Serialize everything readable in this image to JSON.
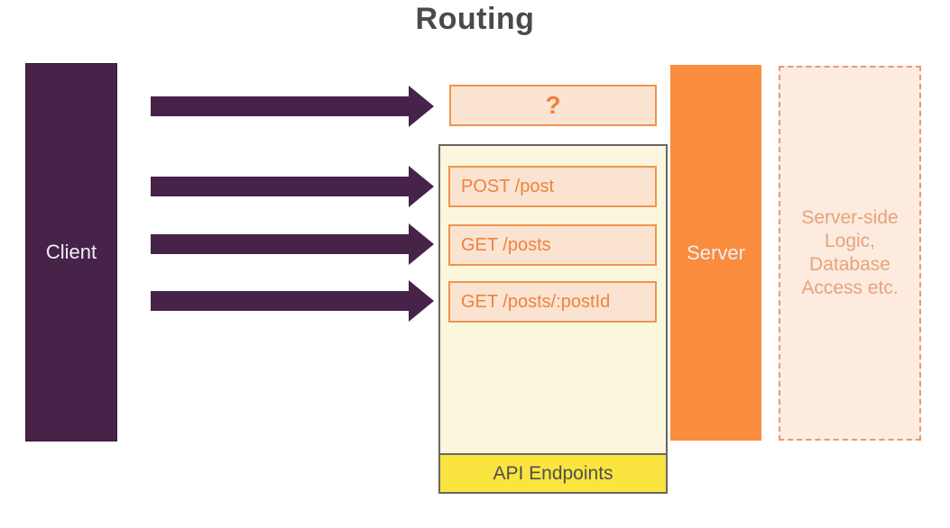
{
  "title": "Routing",
  "client": {
    "label": "Client"
  },
  "server": {
    "label": "Server"
  },
  "unknown_route": {
    "label": "?"
  },
  "endpoints": {
    "items": [
      "POST /post",
      "GET /posts",
      "GET /posts/:postId"
    ],
    "footer_label": "API Endpoints"
  },
  "server_side": {
    "lines": [
      "Server-side",
      "Logic,",
      "Database",
      "Access etc."
    ]
  },
  "colors": {
    "client_purple": "#47234a",
    "server_orange": "#f98c3d",
    "endpoint_fill": "#fbe3d1",
    "endpoint_border": "#f0934f",
    "endpoint_text": "#f0823e",
    "container_cream": "#faf7dc",
    "container_border": "#666666",
    "footer_yellow": "#fae440",
    "dashed_fill": "#fcebde",
    "dashed_border": "#e59b72",
    "title_gray": "#4a4a4a"
  }
}
